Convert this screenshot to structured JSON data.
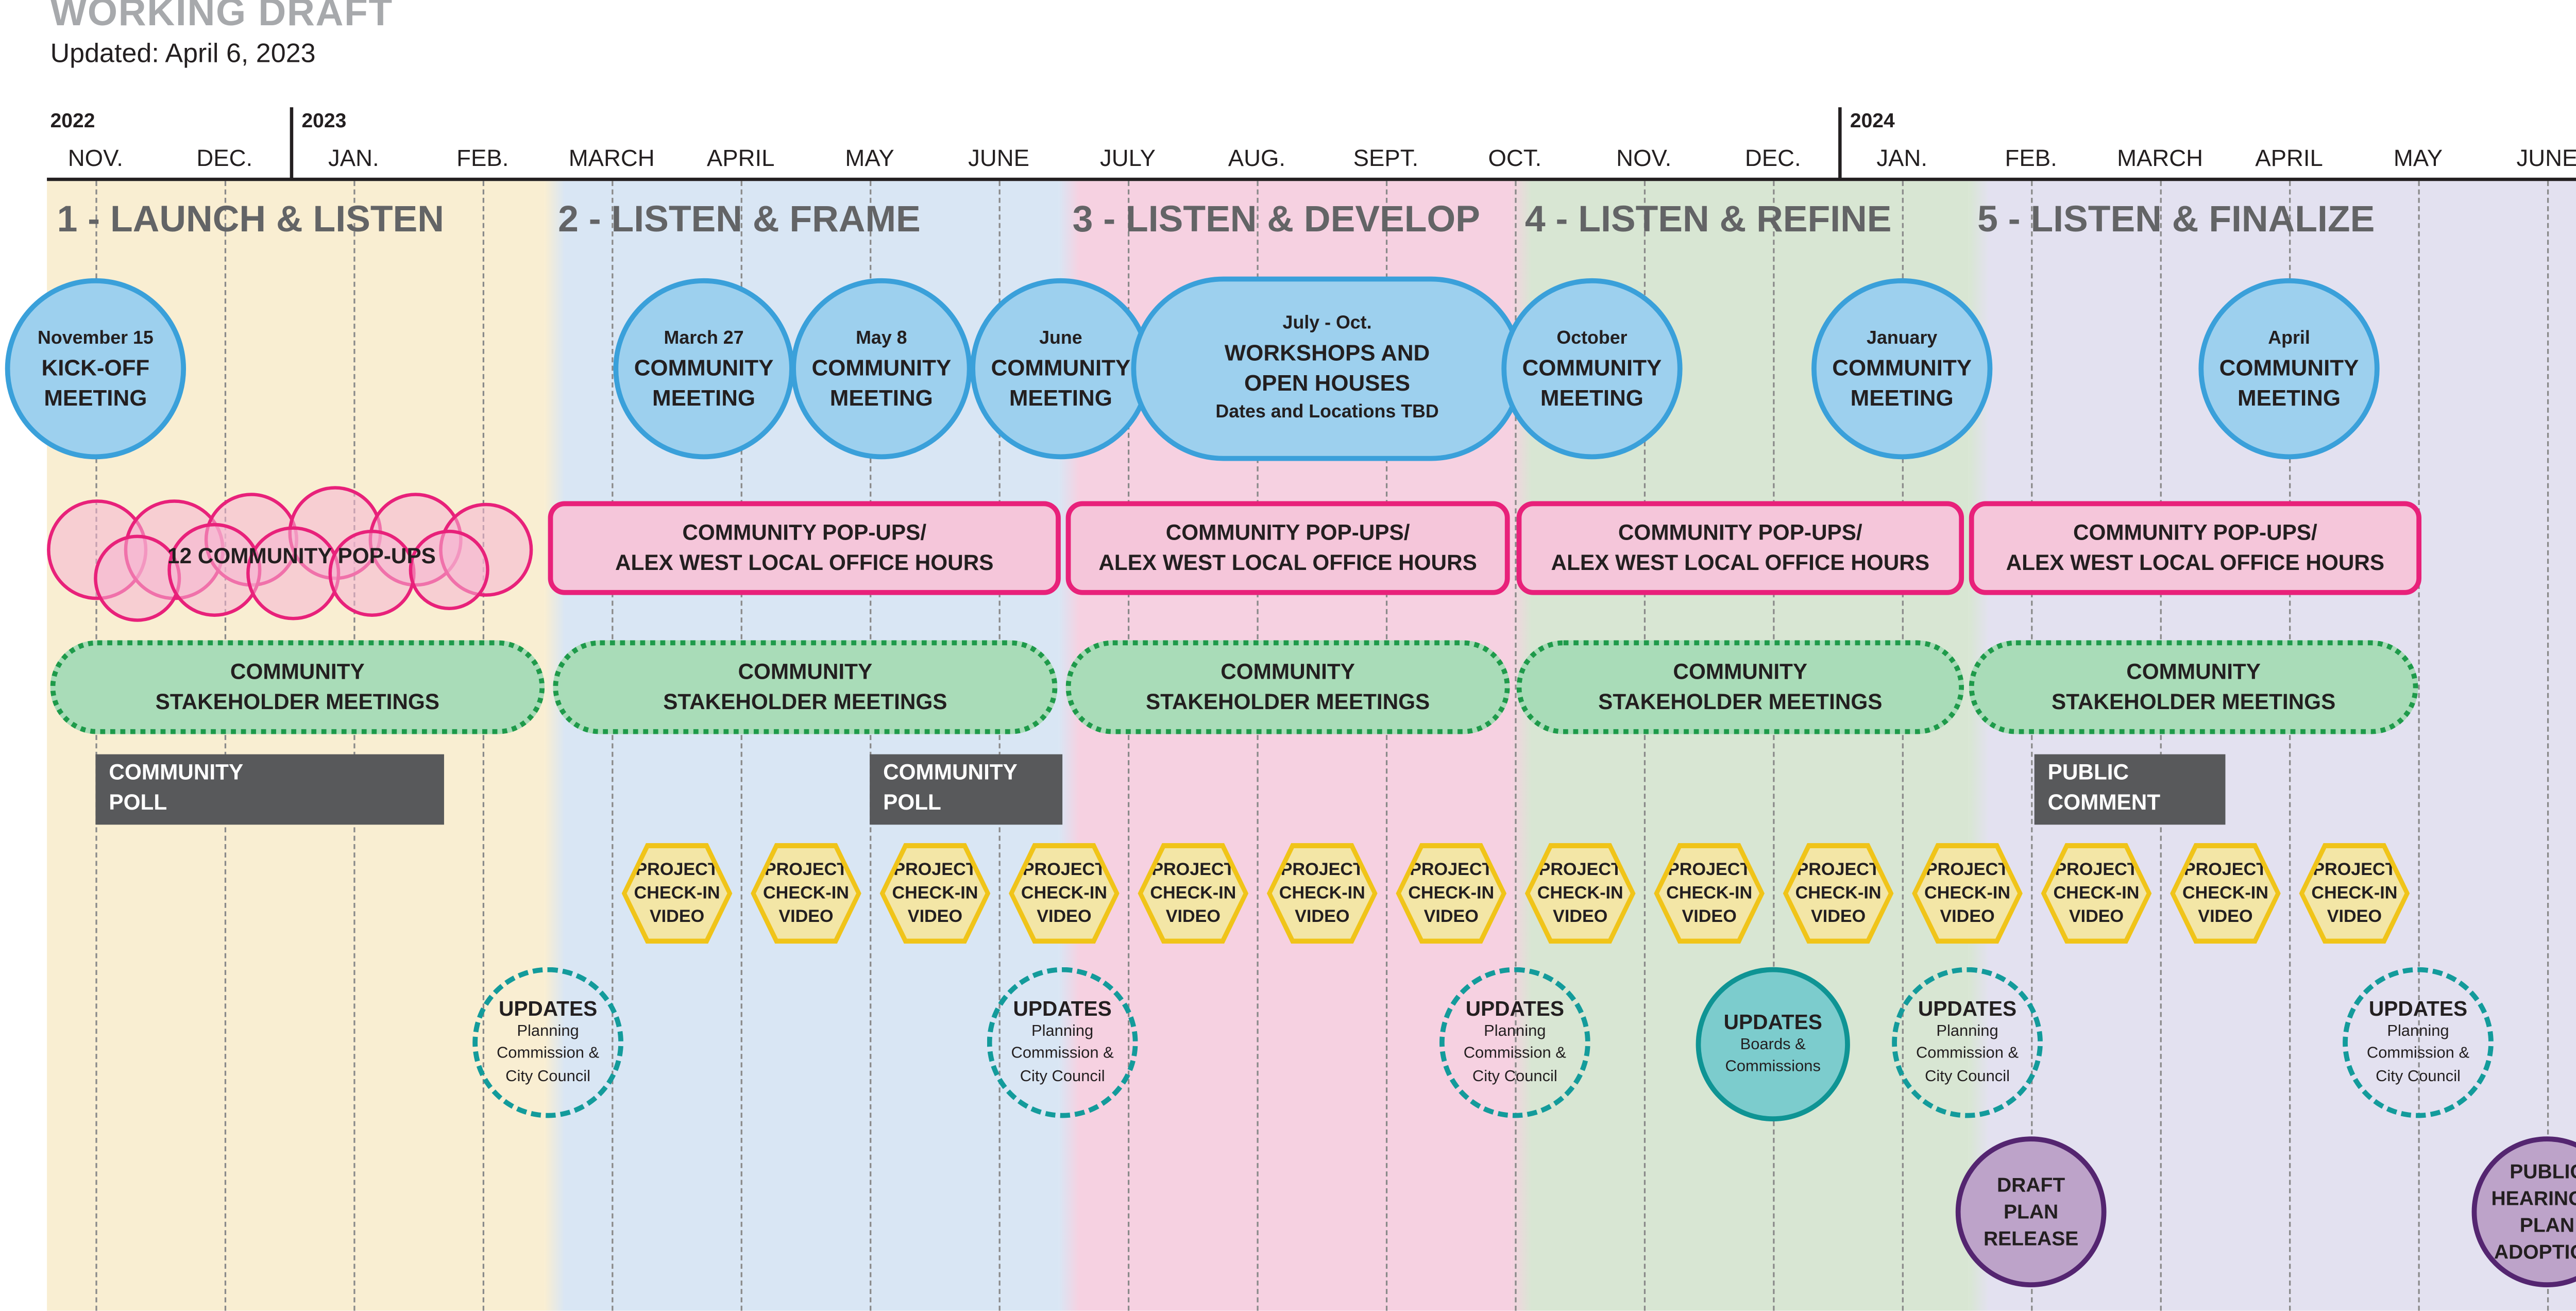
{
  "header": {
    "title": "WORKING DRAFT",
    "updated": "Updated: April 6, 2023"
  },
  "years": [
    {
      "label": "2022"
    },
    {
      "label": "2023"
    },
    {
      "label": "2024"
    }
  ],
  "months": [
    "NOV.",
    "DEC.",
    "JAN.",
    "FEB.",
    "MARCH",
    "APRIL",
    "MAY",
    "JUNE",
    "JULY",
    "AUG.",
    "SEPT.",
    "OCT.",
    "NOV.",
    "DEC.",
    "JAN.",
    "FEB.",
    "MARCH",
    "APRIL",
    "MAY",
    "JUNE"
  ],
  "phases": [
    {
      "label": "1 - LAUNCH & LISTEN",
      "color": "#f9eed2"
    },
    {
      "label": "2 - LISTEN & FRAME",
      "color": "#d9e6f4"
    },
    {
      "label": "3 - LISTEN & DEVELOP",
      "color": "#f6d1e1"
    },
    {
      "label": "4 - LISTEN & REFINE",
      "color": "#d8e6d3"
    },
    {
      "label": "5 - LISTEN & FINALIZE",
      "color": "#e3e1f0"
    }
  ],
  "meetings": [
    {
      "date": "November 15",
      "title": "KICK-OFF MEETING"
    },
    {
      "date": "March 27",
      "title": "COMMUNITY MEETING"
    },
    {
      "date": "May 8",
      "title": "COMMUNITY MEETING"
    },
    {
      "date": "June",
      "title": "COMMUNITY MEETING"
    },
    {
      "date": "July - Oct.",
      "title": "WORKSHOPS AND OPEN HOUSES",
      "note": "Dates and Locations TBD"
    },
    {
      "date": "October",
      "title": "COMMUNITY MEETING"
    },
    {
      "date": "January",
      "title": "COMMUNITY MEETING"
    },
    {
      "date": "April",
      "title": "COMMUNITY MEETING"
    }
  ],
  "popups": {
    "cluster_label": "12 COMMUNITY POP-UPS",
    "box_label_1": "COMMUNITY POP-UPS/",
    "box_label_2": "ALEX WEST LOCAL OFFICE HOURS"
  },
  "stakeholder": {
    "line1": "COMMUNITY",
    "line2": "STAKEHOLDER MEETINGS"
  },
  "bars": [
    {
      "line1": "COMMUNITY",
      "line2": "POLL"
    },
    {
      "line1": "COMMUNITY",
      "line2": "POLL"
    },
    {
      "line1": "PUBLIC",
      "line2": "COMMENT"
    }
  ],
  "video": {
    "line1": "PROJECT",
    "line2": "CHECK-IN",
    "line3": "VIDEO",
    "count": 14
  },
  "updates": {
    "title": "UPDATES",
    "pc_1": "Planning",
    "pc_2": "Commission &",
    "pc_3": "City Council",
    "bc_1": "Boards &",
    "bc_2": "Commissions"
  },
  "milestones": [
    {
      "lines": [
        "DRAFT",
        "PLAN",
        "RELEASE"
      ]
    },
    {
      "lines": [
        "PUBLIC",
        "HEARINGS/",
        "PLAN",
        "ADOPTION"
      ]
    }
  ]
}
